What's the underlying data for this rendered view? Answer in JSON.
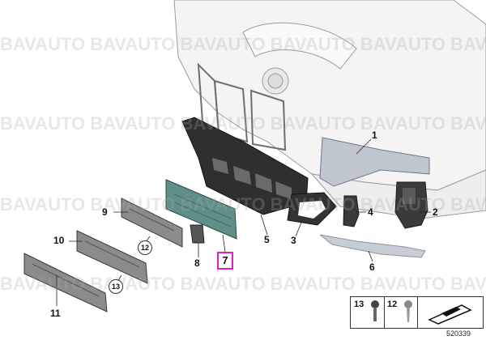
{
  "watermark": {
    "text": "BAVAUTO BAVAUTO BAVAUTO BAVAUTO BAVAUTO BAVAUTO"
  },
  "callouts": {
    "c1": "1",
    "c2": "2",
    "c3": "3",
    "c4": "4",
    "c5": "5",
    "c6": "6",
    "c7": "7",
    "c8": "8",
    "c9": "9",
    "c10": "10",
    "c11": "11",
    "c12": "12",
    "c13": "13"
  },
  "legend": {
    "item_a": "13",
    "item_b": "12"
  },
  "diagram_id": "520339",
  "colors": {
    "highlight": "#e01ec8",
    "highlighted_part": "#5f8f88",
    "bumper": "#f2f2f2",
    "grille": "#2b2b2b"
  }
}
